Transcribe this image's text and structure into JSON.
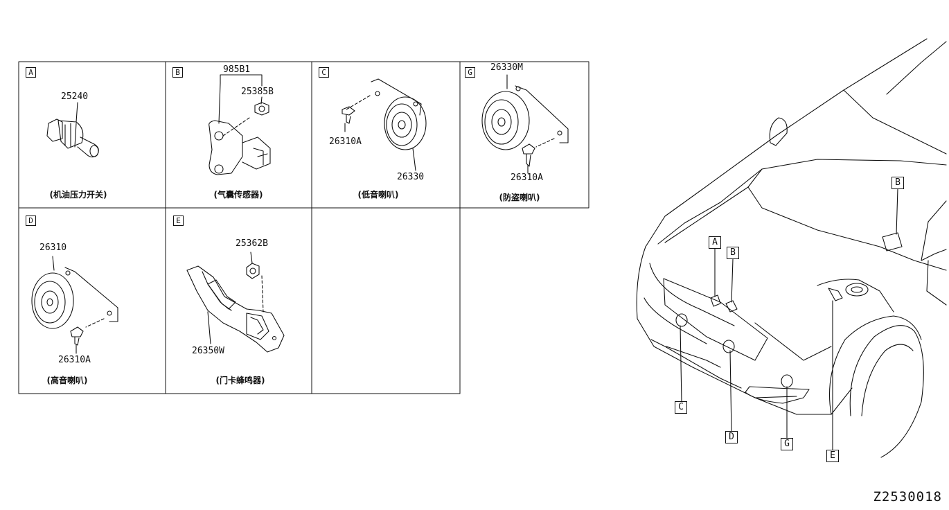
{
  "panels": [
    {
      "key": "A",
      "part_numbers": [
        "25240"
      ],
      "caption": "(机油压力开关)"
    },
    {
      "key": "B",
      "part_numbers": [
        "985B1",
        "25385B"
      ],
      "caption": "(气囊传感器)"
    },
    {
      "key": "C",
      "part_numbers": [
        "26310A",
        "26330"
      ],
      "caption": "(低音喇叭)"
    },
    {
      "key": "G",
      "part_numbers": [
        "26330M",
        "26310A"
      ],
      "caption": "(防盗喇叭)"
    },
    {
      "key": "D",
      "part_numbers": [
        "26310",
        "26310A"
      ],
      "caption": "(高音喇叭)"
    },
    {
      "key": "E",
      "part_numbers": [
        "25362B",
        "26350W"
      ],
      "caption": "(门卡蜂鸣器)"
    }
  ],
  "vehicle_callouts": [
    "B",
    "A",
    "B",
    "C",
    "D",
    "G",
    "E"
  ],
  "diagram_code": "Z2530018"
}
